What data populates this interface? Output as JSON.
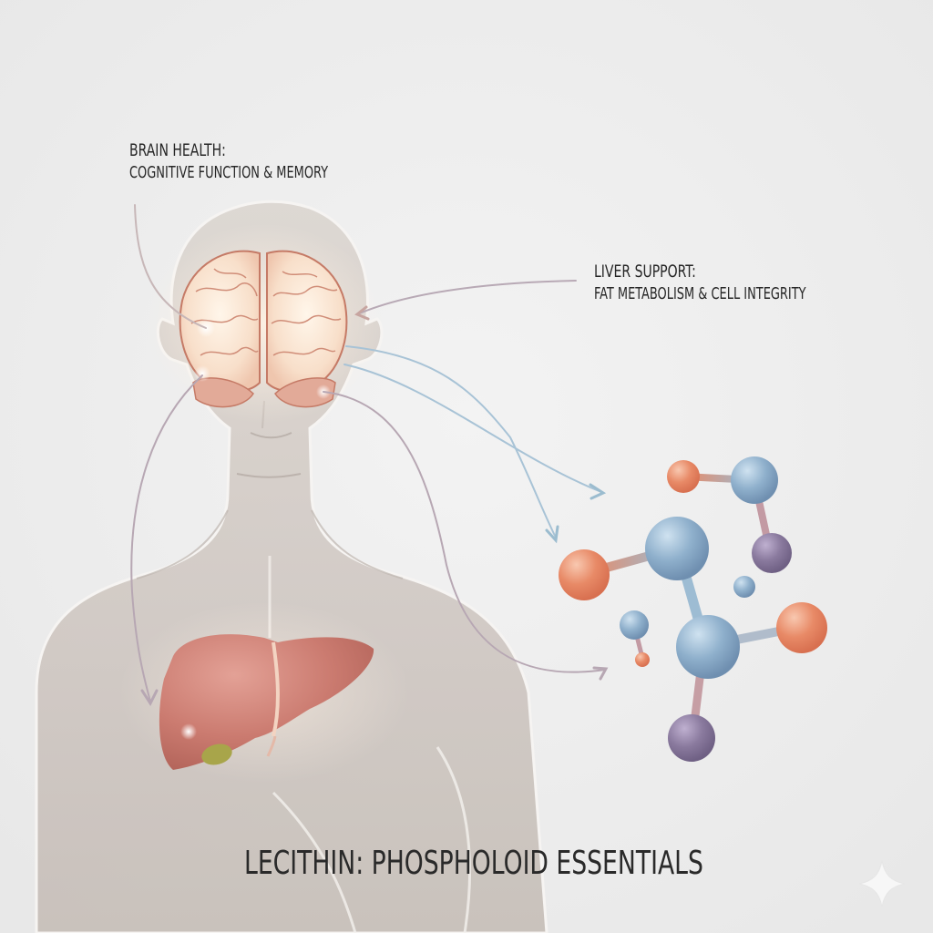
{
  "title": "LECITHIN: PHOSPHOLOID ESSENTIALS",
  "annotations": [
    {
      "id": "brain",
      "heading": "BRAIN HEALTH:",
      "detail": "COGNITIVE FUNCTION & MEMORY"
    },
    {
      "id": "liver",
      "heading": "LIVER SUPPORT:",
      "detail": "FAT METABOLISM & CELL INTEGRITY"
    }
  ],
  "illustration": {
    "figure": "human-torso-silhouette",
    "organs": [
      "brain",
      "liver",
      "gallbladder"
    ],
    "molecule": "phospholipid-ball-and-stick-model",
    "watermark": "sparkle-icon"
  },
  "colors": {
    "background": "#eeeeee",
    "body": "#cfc8c3",
    "brain": "#f6d9c4",
    "brain_outline": "#c57a66",
    "liver": "#c9776c",
    "gallbladder": "#a8a54a",
    "atom_blue": "#8fb0cc",
    "atom_orange": "#e88a67",
    "atom_purple": "#8a7a9e",
    "arrow_blue": "#9bbccf",
    "arrow_mauve": "#b7a7b3",
    "text": "#262626"
  }
}
